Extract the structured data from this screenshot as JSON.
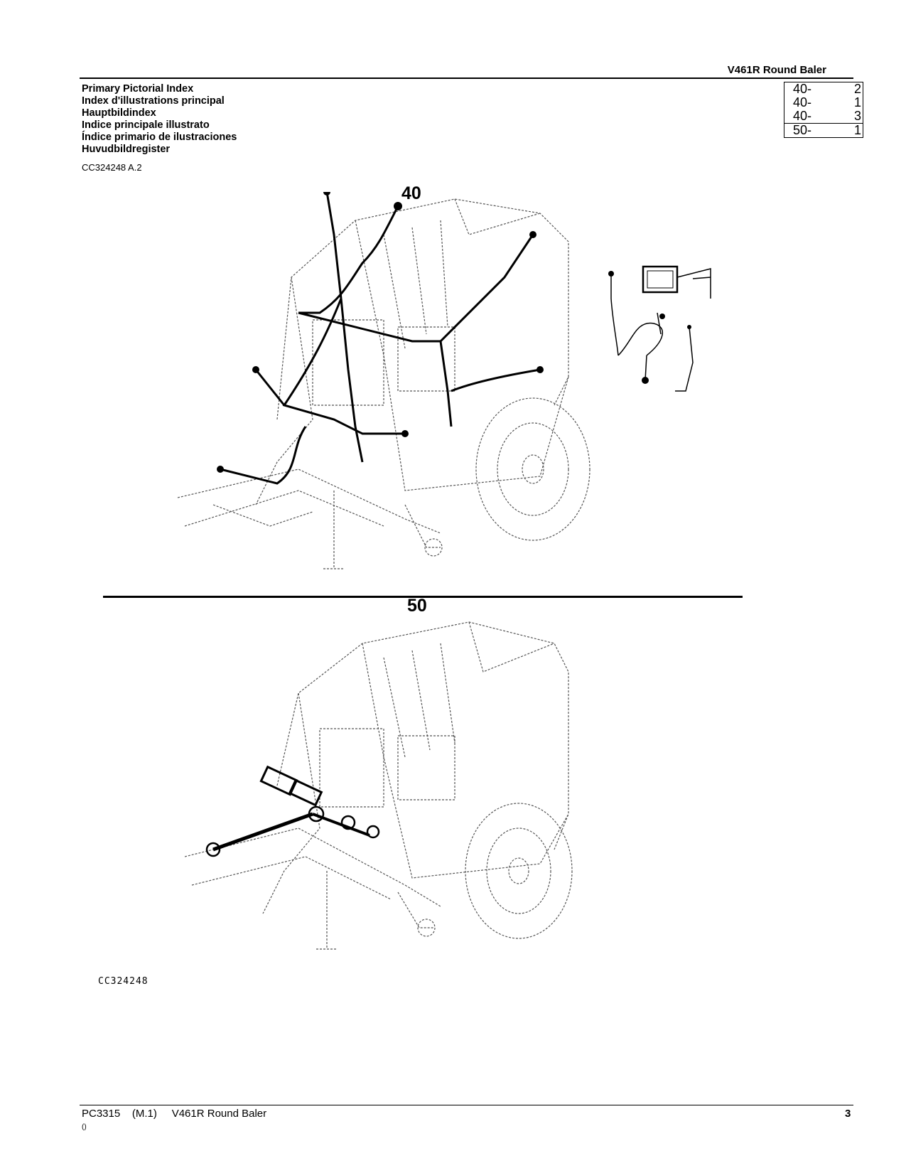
{
  "header": {
    "title": "V461R  Round  Baler"
  },
  "index_titles": [
    "Primary Pictorial Index",
    "Index d'illustrations principal",
    "Hauptbildindex",
    "Indice principale illustrato",
    "Índice primario de ilustraciones",
    "Huvudbildregister"
  ],
  "illustration_ref": "CC324248 A.2",
  "ref_table": [
    {
      "group": "40-",
      "page": "2"
    },
    {
      "group": "40-",
      "page": "1"
    },
    {
      "group": "40-",
      "page": "3"
    },
    {
      "group": "50-",
      "page": "1"
    }
  ],
  "figures": {
    "top_label": "40",
    "bottom_label": "50",
    "code": "CC324248"
  },
  "footer": {
    "left": "PC3315    (M.1)     V461R Round Baler",
    "sub": "()",
    "page": "3"
  }
}
